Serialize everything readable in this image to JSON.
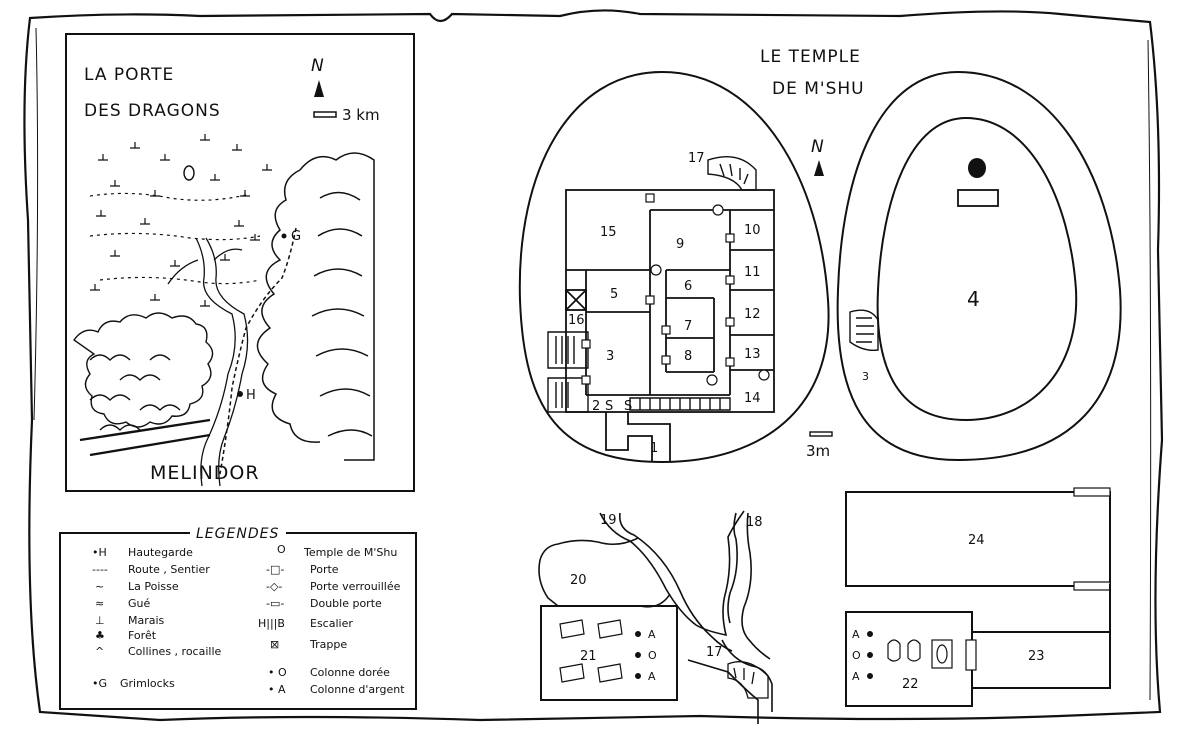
{
  "region_map": {
    "title_line1": "LA PORTE",
    "title_line2": "DES DRAGONS",
    "north": "N",
    "scale": "3 km",
    "river_name": "MELINDOR",
    "grimlocks_marker": "G",
    "hautegarde_marker": "H",
    "temple_marker": "O"
  },
  "temple": {
    "title_line1": "LE TEMPLE",
    "title_line2": "DE M'SHU",
    "north": "N",
    "scale": "3m",
    "rooms": [
      "1",
      "2",
      "3",
      "4",
      "5",
      "6",
      "7",
      "8",
      "9",
      "10",
      "11",
      "12",
      "13",
      "14",
      "15",
      "16",
      "17"
    ],
    "stair_mark_s1": "S",
    "stair_mark_s2": "S",
    "level_link": "3"
  },
  "dungeon": {
    "rooms": [
      "17",
      "18",
      "19",
      "20",
      "21",
      "22",
      "23",
      "24"
    ],
    "column_labels_21": [
      "A",
      "O",
      "A"
    ],
    "column_labels_22": [
      "A",
      "O",
      "A"
    ]
  },
  "legend": {
    "title": "LEGENDES",
    "items_left": [
      {
        "symbol": "•H",
        "label": "Hautegarde",
        "icon": "village-icon"
      },
      {
        "symbol": "----",
        "label": "Route , Sentier",
        "icon": "road-icon"
      },
      {
        "symbol": "~",
        "label": "La Poisse",
        "icon": "river-icon"
      },
      {
        "symbol": "≈",
        "label": "Gué",
        "icon": "ford-icon"
      },
      {
        "symbol": "⊥",
        "label": "Marais",
        "icon": "swamp-icon"
      },
      {
        "symbol": "♣",
        "label": "Forêt",
        "icon": "forest-icon"
      },
      {
        "symbol": "^",
        "label": "Collines , rocaille",
        "icon": "hills-icon"
      },
      {
        "symbol": "•G",
        "label": "Grimlocks",
        "icon": "grimlocks-icon"
      }
    ],
    "items_right": [
      {
        "symbol": "O",
        "label": "Temple de M'Shu",
        "icon": "temple-icon"
      },
      {
        "symbol": "-□-",
        "label": "Porte",
        "icon": "door-icon"
      },
      {
        "symbol": "-◇-",
        "label": "Porte verrouillée",
        "icon": "locked-door-icon"
      },
      {
        "symbol": "-▭-",
        "label": "Double porte",
        "icon": "double-door-icon"
      },
      {
        "symbol": "H|||B",
        "label": "Escalier",
        "icon": "stairs-icon"
      },
      {
        "symbol": "⊠",
        "label": "Trappe",
        "icon": "trapdoor-icon"
      },
      {
        "symbol": "• O",
        "label": "Colonne dorée",
        "icon": "gold-column-icon"
      },
      {
        "symbol": "• A",
        "label": "Colonne d'argent",
        "icon": "silver-column-icon"
      }
    ],
    "stair_h": "H",
    "stair_b": "B"
  }
}
